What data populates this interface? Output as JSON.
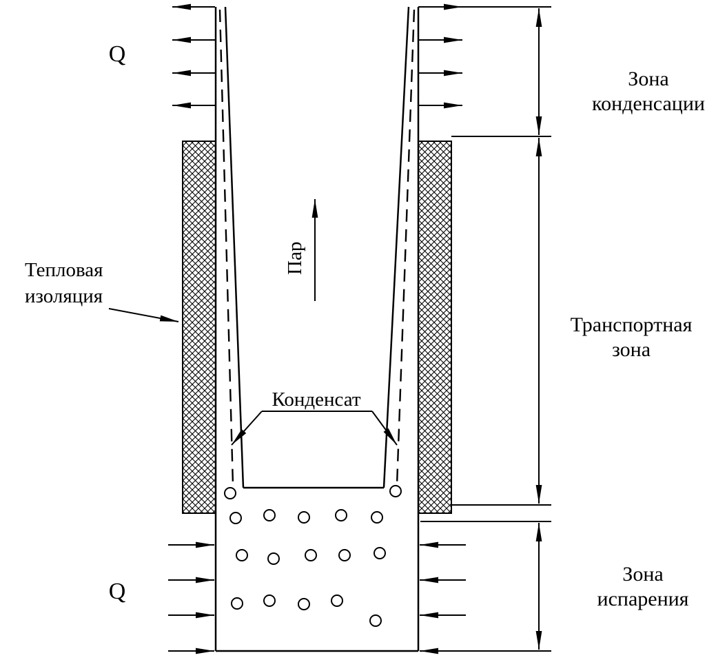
{
  "diagram": {
    "labels": {
      "q_top": "Q",
      "q_bottom": "Q",
      "thermal_insulation": {
        "line1": "Тепловая",
        "line2": "изоляция"
      },
      "vapor": "Пар",
      "condensate": "Конденсат",
      "zone_condensation": {
        "line1": "Зона",
        "line2": "конденсации"
      },
      "zone_transport": {
        "line1": "Транспортная",
        "line2": "зона"
      },
      "zone_evaporation": {
        "line1": "Зона",
        "line2": "испарения"
      }
    },
    "colors": {
      "stroke": "#000000",
      "background": "#ffffff"
    }
  }
}
